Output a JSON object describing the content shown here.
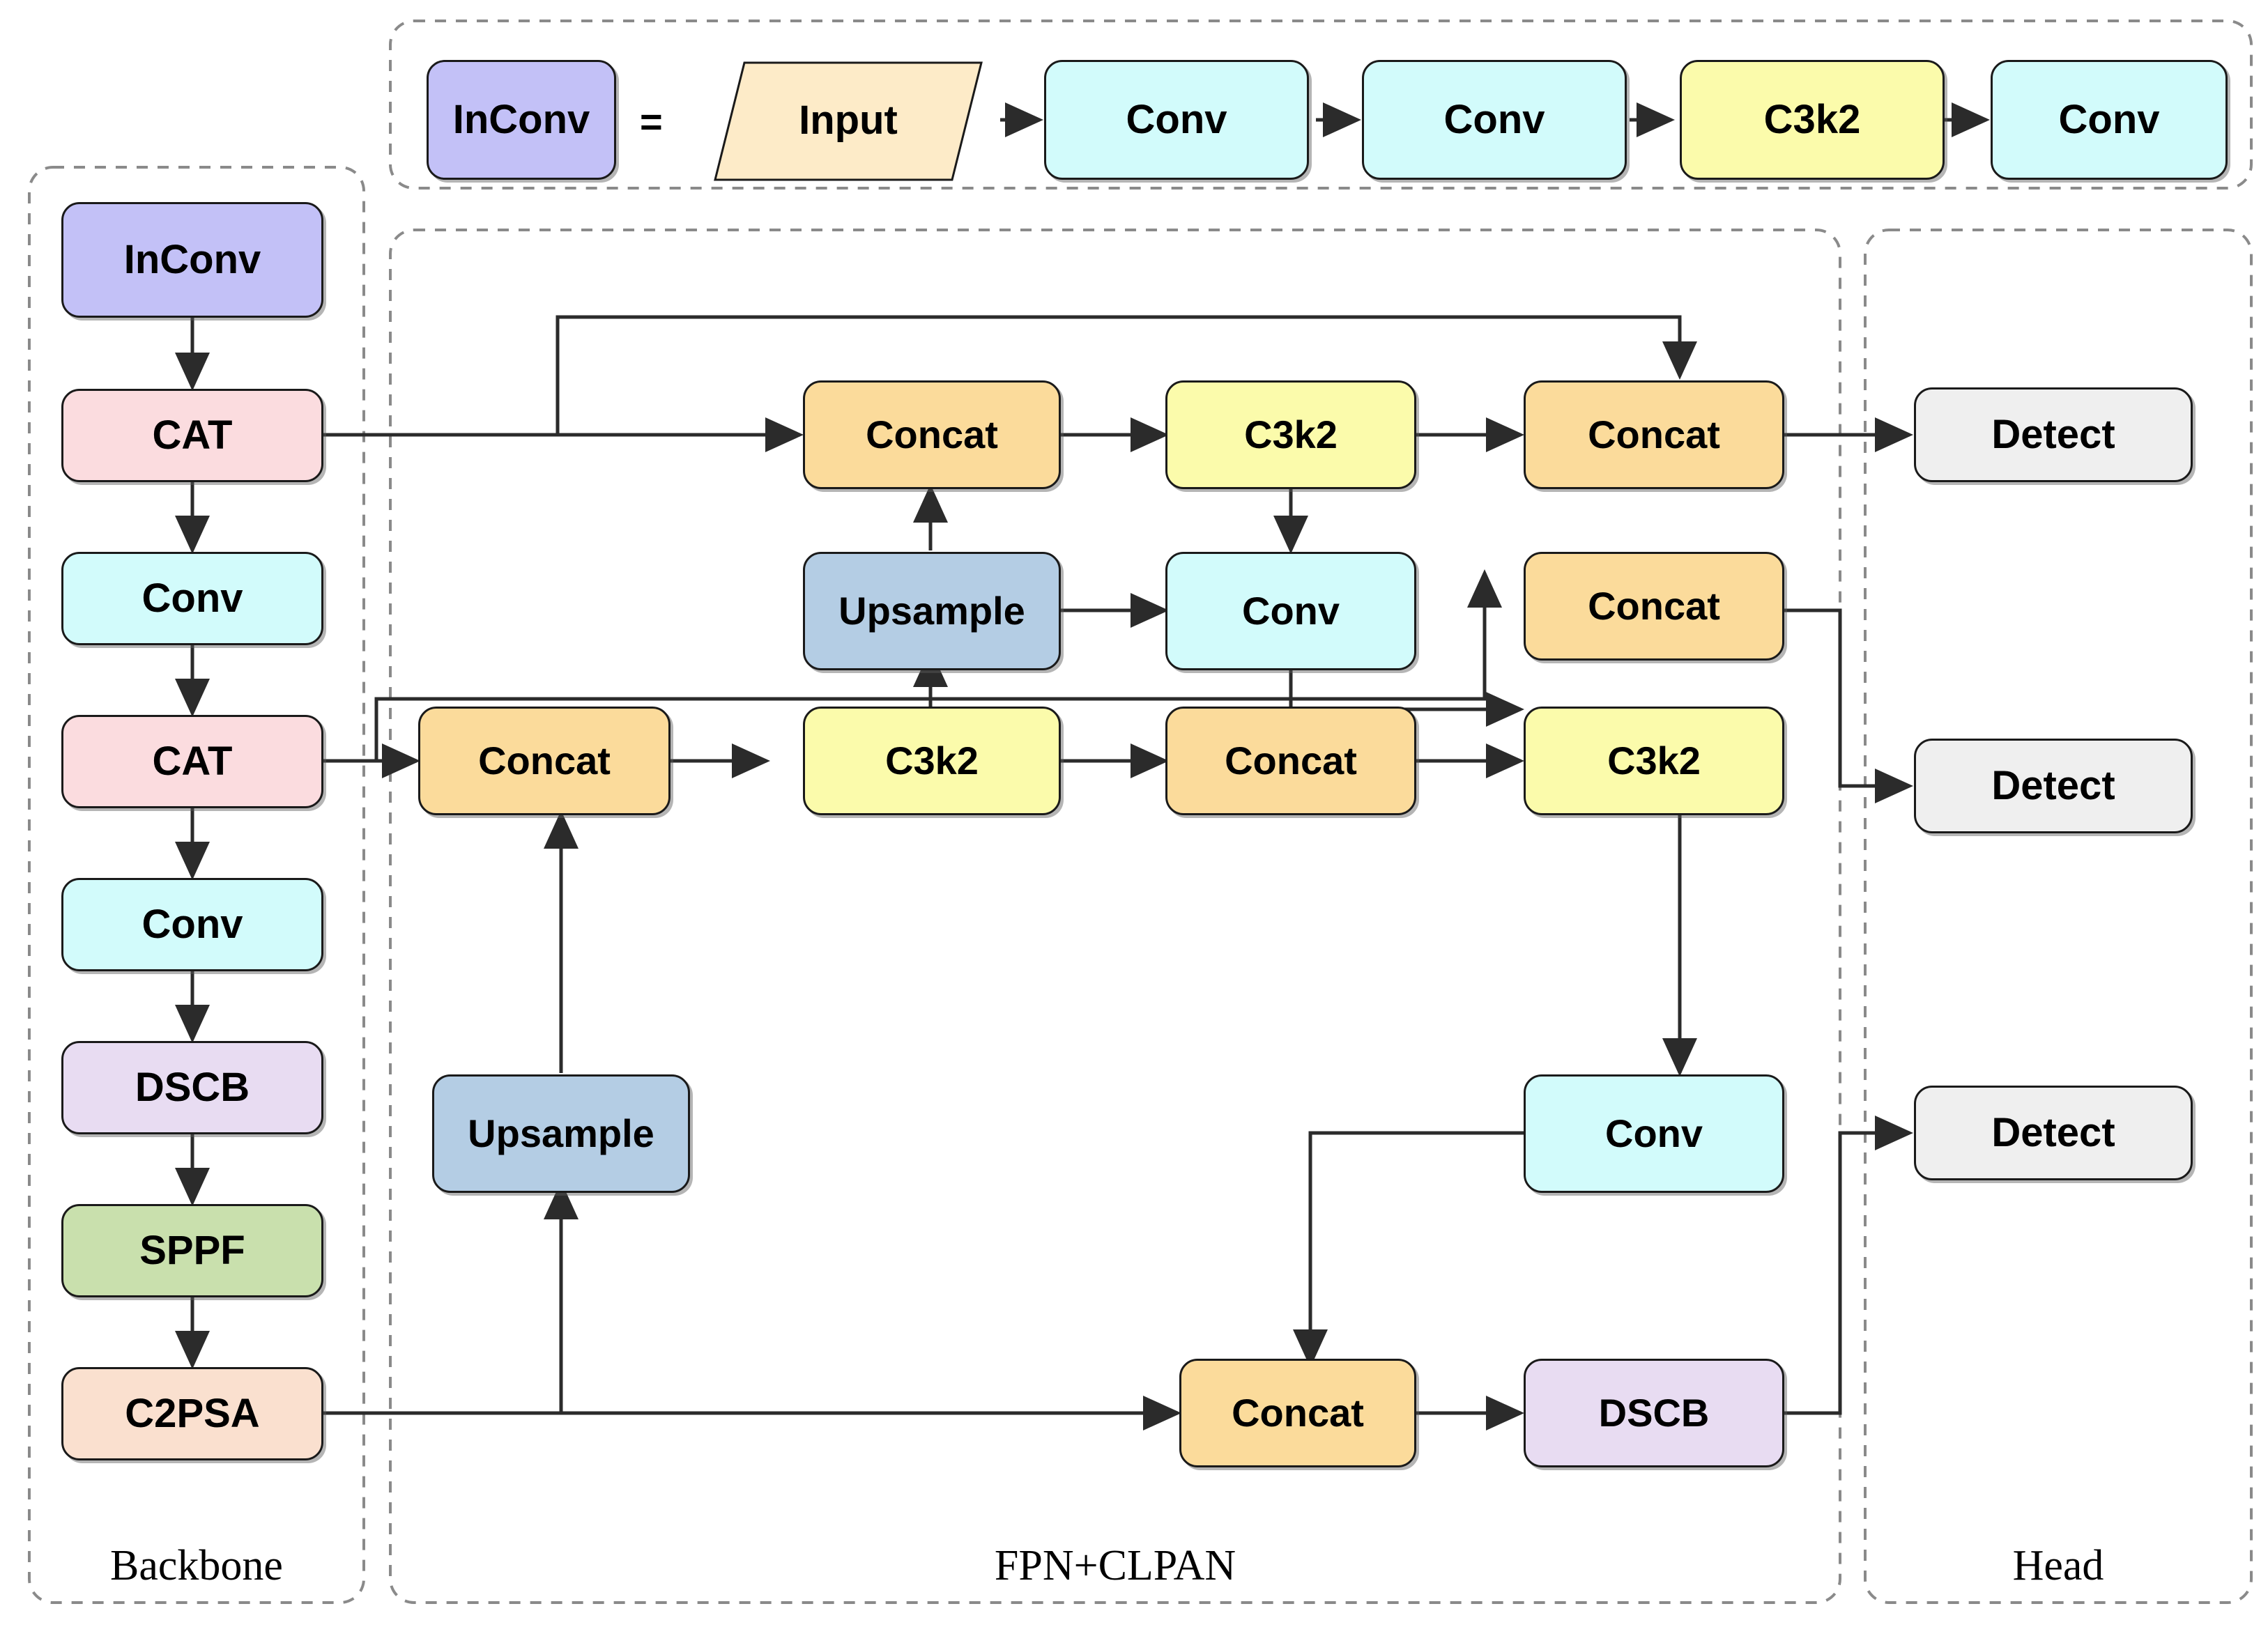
{
  "diagram": {
    "title_groups": {
      "backbone": "Backbone",
      "neck": "FPN+CLPAN",
      "head": "Head"
    },
    "legend": {
      "definition_label": "InConv",
      "equals": "=",
      "chain": [
        {
          "label": "Input",
          "shape": "parallelogram",
          "color": "#fdebc8"
        },
        {
          "label": "Conv",
          "shape": "rounded",
          "color": "#d2fbfb"
        },
        {
          "label": "Conv",
          "shape": "rounded",
          "color": "#d2fbfb"
        },
        {
          "label": "C3k2",
          "shape": "rounded",
          "color": "#fbfbab"
        },
        {
          "label": "Conv",
          "shape": "rounded",
          "color": "#d2fbfb"
        }
      ]
    },
    "palette": {
      "inconv": "#c3c1f7",
      "cat": "#fbdcdf",
      "conv": "#d2fbfb",
      "dscb": "#e8dcf2",
      "sppf": "#c9e0ad",
      "c2psa": "#fae0cf",
      "concat": "#fbdb9b",
      "c3k2": "#fbfbab",
      "upsample": "#b4cde4",
      "detect": "#efefef",
      "input": "#fdebc8",
      "line": "#3b3b3b",
      "group_border": "#7a7a7a"
    },
    "backbone_nodes": [
      {
        "label": "InConv",
        "color": "#c3c1f7"
      },
      {
        "label": "CAT",
        "color": "#fbdcdf"
      },
      {
        "label": "Conv",
        "color": "#d2fbfb"
      },
      {
        "label": "CAT",
        "color": "#fbdcdf"
      },
      {
        "label": "Conv",
        "color": "#d2fbfb"
      },
      {
        "label": "DSCB",
        "color": "#e8dcf2"
      },
      {
        "label": "SPPF",
        "color": "#c9e0ad"
      },
      {
        "label": "C2PSA",
        "color": "#fae0cf"
      }
    ],
    "neck_nodes": [
      {
        "label": "Concat",
        "color": "#fbdb9b"
      },
      {
        "label": "C3k2",
        "color": "#fbfbab"
      },
      {
        "label": "Concat",
        "color": "#fbdb9b"
      },
      {
        "label": "Upsample",
        "color": "#b4cde4"
      },
      {
        "label": "Conv",
        "color": "#d2fbfb"
      },
      {
        "label": "Concat",
        "color": "#fbdb9b"
      },
      {
        "label": "Concat",
        "color": "#fbdb9b"
      },
      {
        "label": "C3k2",
        "color": "#fbfbab"
      },
      {
        "label": "Concat",
        "color": "#fbdb9b"
      },
      {
        "label": "C3k2",
        "color": "#fbfbab"
      },
      {
        "label": "Upsample",
        "color": "#b4cde4"
      },
      {
        "label": "Conv",
        "color": "#d2fbfb"
      },
      {
        "label": "Concat",
        "color": "#fbdb9b"
      },
      {
        "label": "DSCB",
        "color": "#e8dcf2"
      }
    ],
    "head_nodes": [
      {
        "label": "Detect",
        "color": "#efefef"
      },
      {
        "label": "Detect",
        "color": "#efefef"
      },
      {
        "label": "Detect",
        "color": "#efefef"
      }
    ]
  }
}
